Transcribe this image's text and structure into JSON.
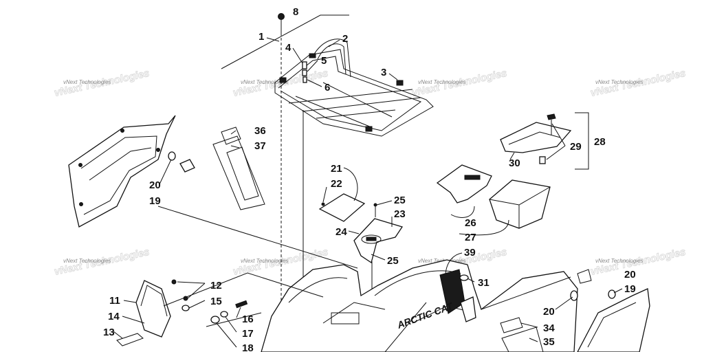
{
  "diagram": {
    "watermark_text": "vNext Technologies",
    "callouts": {
      "c1": "1",
      "c2": "2",
      "c3": "3",
      "c4": "4",
      "c5": "5",
      "c6": "6",
      "c8": "8",
      "c11": "11",
      "c12": "12",
      "c13": "13",
      "c14": "14",
      "c15": "15",
      "c16": "16",
      "c17": "17",
      "c18": "18",
      "c19a": "19",
      "c19b": "19",
      "c20a": "20",
      "c20b": "20",
      "c20c": "20",
      "c21": "21",
      "c22": "22",
      "c23": "23",
      "c24": "24",
      "c25a": "25",
      "c25b": "25",
      "c26": "26",
      "c27": "27",
      "c28": "28",
      "c29": "29",
      "c30": "30",
      "c31": "31",
      "c34": "34",
      "c35": "35",
      "c36": "36",
      "c37": "37",
      "c39": "39"
    },
    "decal_text": "ARCTIC CAT"
  },
  "colors": {
    "line": "#111111",
    "watermark": "#8a8a8a",
    "background": "#ffffff"
  }
}
